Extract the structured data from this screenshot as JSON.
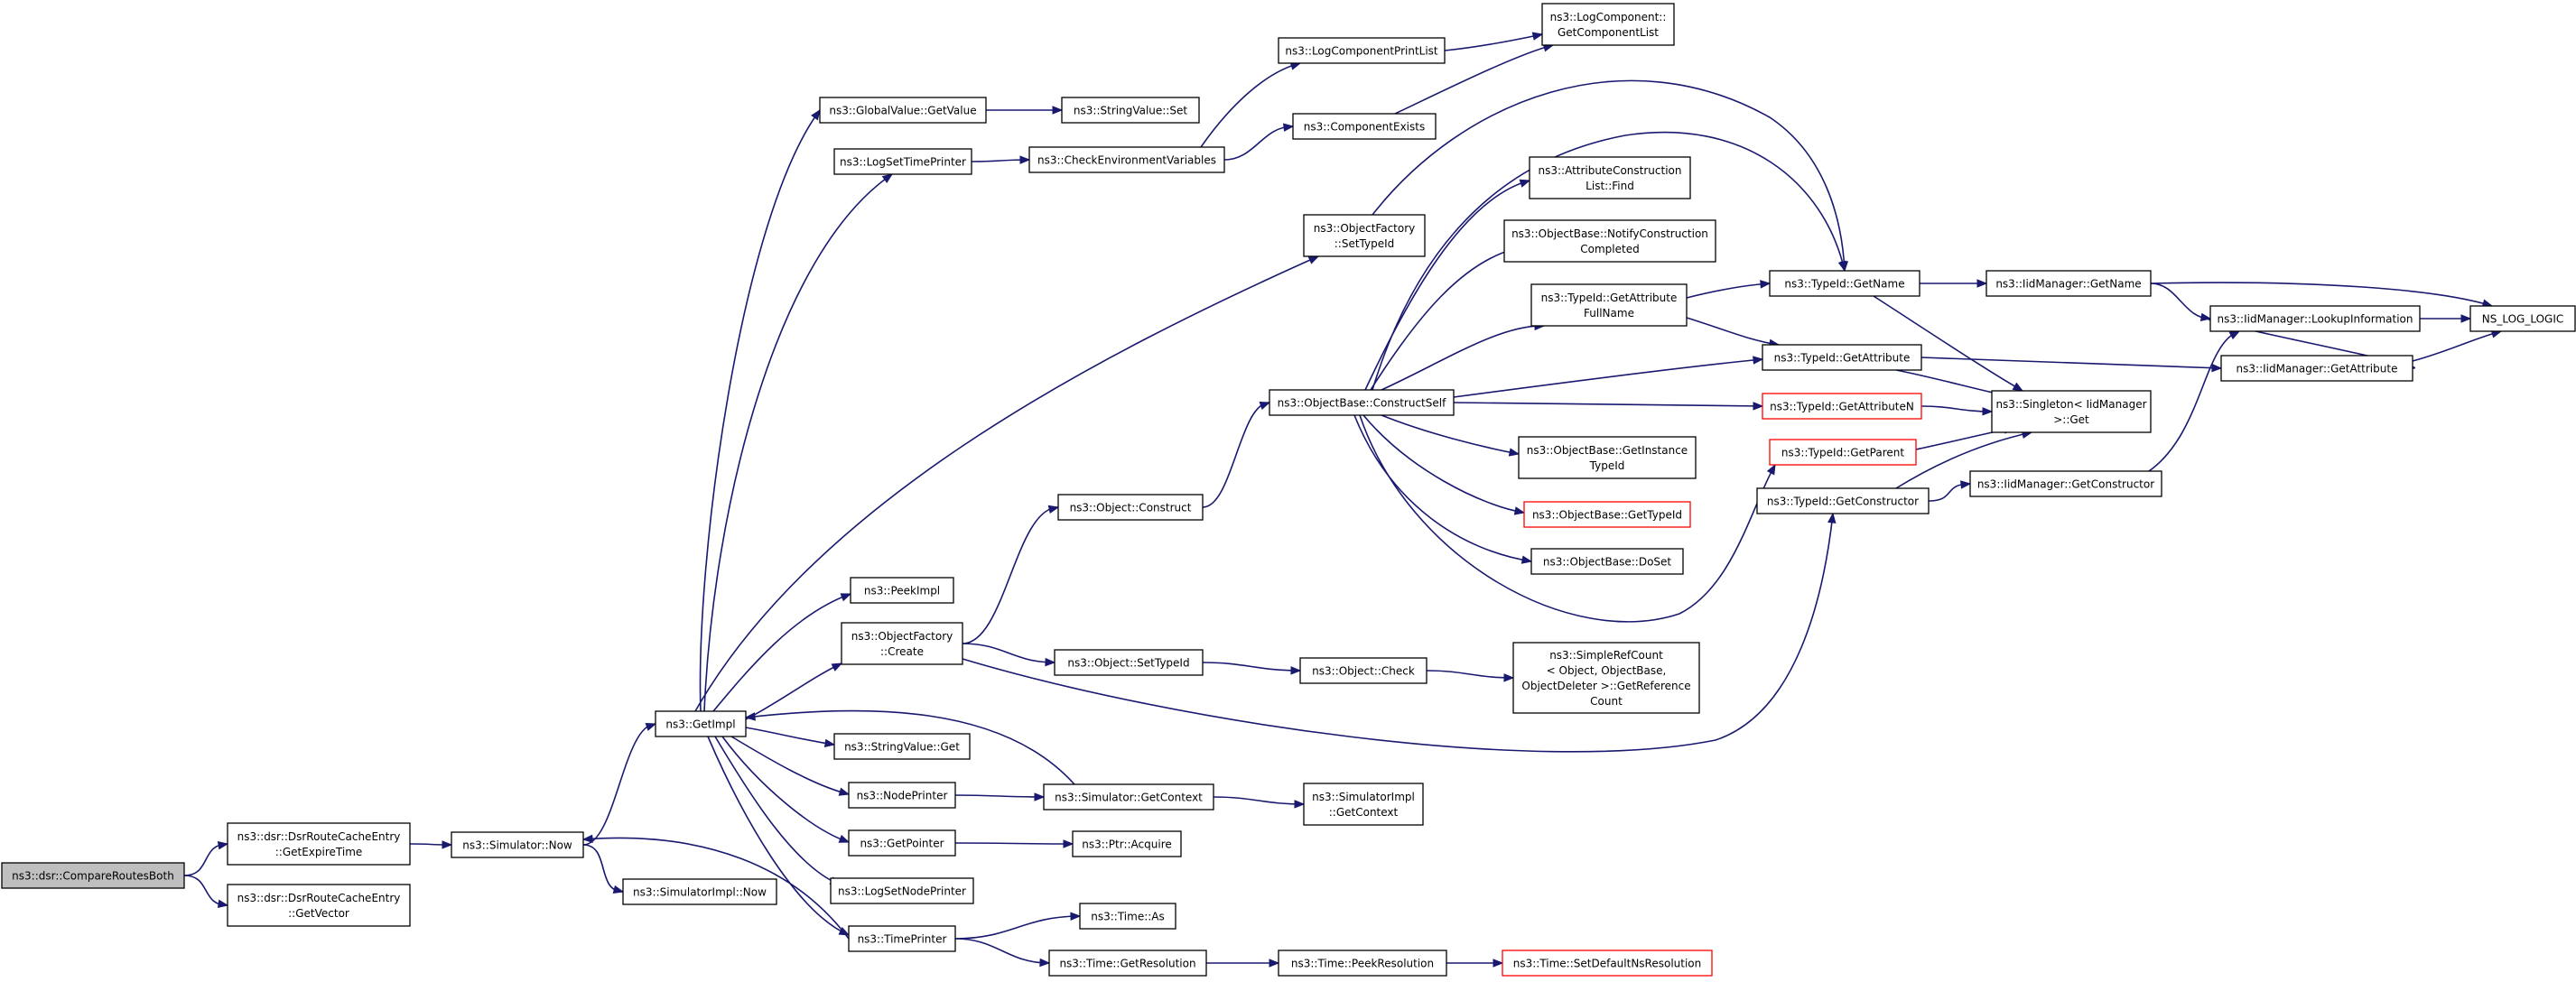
{
  "graph": {
    "type": "call-graph",
    "nodes": [
      {
        "id": "compare",
        "lines": [
          "ns3::dsr::CompareRoutesBoth"
        ],
        "root": true,
        "truncated": false
      },
      {
        "id": "getExpire",
        "lines": [
          "ns3::dsr::DsrRouteCacheEntry",
          "::GetExpireTime"
        ],
        "root": false,
        "truncated": false
      },
      {
        "id": "getVector",
        "lines": [
          "ns3::dsr::DsrRouteCacheEntry",
          "::GetVector"
        ],
        "root": false,
        "truncated": false
      },
      {
        "id": "simNow",
        "lines": [
          "ns3::Simulator::Now"
        ],
        "root": false,
        "truncated": false
      },
      {
        "id": "simImplNow",
        "lines": [
          "ns3::SimulatorImpl::Now"
        ],
        "root": false,
        "truncated": false
      },
      {
        "id": "getImpl",
        "lines": [
          "ns3::GetImpl"
        ],
        "root": false,
        "truncated": false
      },
      {
        "id": "gvGetValue",
        "lines": [
          "ns3::GlobalValue::GetValue"
        ],
        "root": false,
        "truncated": false
      },
      {
        "id": "logSetTP",
        "lines": [
          "ns3::LogSetTimePrinter"
        ],
        "root": false,
        "truncated": false
      },
      {
        "id": "peekImpl",
        "lines": [
          "ns3::PeekImpl"
        ],
        "root": false,
        "truncated": false
      },
      {
        "id": "ofCreate",
        "lines": [
          "ns3::ObjectFactory",
          "::Create"
        ],
        "root": false,
        "truncated": false
      },
      {
        "id": "svGet",
        "lines": [
          "ns3::StringValue::Get"
        ],
        "root": false,
        "truncated": false
      },
      {
        "id": "nodePrinter",
        "lines": [
          "ns3::NodePrinter"
        ],
        "root": false,
        "truncated": false
      },
      {
        "id": "getPointer",
        "lines": [
          "ns3::GetPointer"
        ],
        "root": false,
        "truncated": false
      },
      {
        "id": "logSetNP",
        "lines": [
          "ns3::LogSetNodePrinter"
        ],
        "root": false,
        "truncated": false
      },
      {
        "id": "timePrinter",
        "lines": [
          "ns3::TimePrinter"
        ],
        "root": false,
        "truncated": false
      },
      {
        "id": "svSet",
        "lines": [
          "ns3::StringValue::Set"
        ],
        "root": false,
        "truncated": false
      },
      {
        "id": "checkEnv",
        "lines": [
          "ns3::CheckEnvironmentVariables"
        ],
        "root": false,
        "truncated": false
      },
      {
        "id": "objConstruct",
        "lines": [
          "ns3::Object::Construct"
        ],
        "root": false,
        "truncated": false
      },
      {
        "id": "objSetTypeId",
        "lines": [
          "ns3::Object::SetTypeId"
        ],
        "root": false,
        "truncated": false
      },
      {
        "id": "simGetContext",
        "lines": [
          "ns3::Simulator::GetContext"
        ],
        "root": false,
        "truncated": false
      },
      {
        "id": "ptrAcquire",
        "lines": [
          "ns3::Ptr::Acquire"
        ],
        "root": false,
        "truncated": false
      },
      {
        "id": "timeAs",
        "lines": [
          "ns3::Time::As"
        ],
        "root": false,
        "truncated": false
      },
      {
        "id": "timeGetRes",
        "lines": [
          "ns3::Time::GetResolution"
        ],
        "root": false,
        "truncated": false
      },
      {
        "id": "logCPL",
        "lines": [
          "ns3::LogComponentPrintList"
        ],
        "root": false,
        "truncated": false
      },
      {
        "id": "compExists",
        "lines": [
          "ns3::ComponentExists"
        ],
        "root": false,
        "truncated": false
      },
      {
        "id": "ofSetTypeId",
        "lines": [
          "ns3::ObjectFactory",
          "::SetTypeId"
        ],
        "root": false,
        "truncated": false
      },
      {
        "id": "obConstructSelf",
        "lines": [
          "ns3::ObjectBase::ConstructSelf"
        ],
        "root": false,
        "truncated": false
      },
      {
        "id": "objCheck",
        "lines": [
          "ns3::Object::Check"
        ],
        "root": false,
        "truncated": false
      },
      {
        "id": "simImplGetCtx",
        "lines": [
          "ns3::SimulatorImpl",
          "::GetContext"
        ],
        "root": false,
        "truncated": false
      },
      {
        "id": "timePeekRes",
        "lines": [
          "ns3::Time::PeekResolution"
        ],
        "root": false,
        "truncated": false
      },
      {
        "id": "logCompGetList",
        "lines": [
          "ns3::LogComponent::",
          "GetComponentList"
        ],
        "root": false,
        "truncated": false
      },
      {
        "id": "aclFind",
        "lines": [
          "ns3::AttributeConstruction",
          "List::Find"
        ],
        "root": false,
        "truncated": false
      },
      {
        "id": "obNotify",
        "lines": [
          "ns3::ObjectBase::NotifyConstruction",
          "Completed"
        ],
        "root": false,
        "truncated": false
      },
      {
        "id": "tidGetAttrFull",
        "lines": [
          "ns3::TypeId::GetAttribute",
          "FullName"
        ],
        "root": false,
        "truncated": false
      },
      {
        "id": "obGetInstTid",
        "lines": [
          "ns3::ObjectBase::GetInstance",
          "TypeId"
        ],
        "root": false,
        "truncated": false
      },
      {
        "id": "obGetTypeId",
        "lines": [
          "ns3::ObjectBase::GetTypeId"
        ],
        "root": false,
        "truncated": true
      },
      {
        "id": "obDoSet",
        "lines": [
          "ns3::ObjectBase::DoSet"
        ],
        "root": false,
        "truncated": false
      },
      {
        "id": "srcGetRef",
        "lines": [
          "ns3::SimpleRefCount",
          "< Object, ObjectBase,",
          " ObjectDeleter >::GetReference",
          "Count"
        ],
        "root": false,
        "truncated": false
      },
      {
        "id": "timeSetDefault",
        "lines": [
          "ns3::Time::SetDefaultNsResolution"
        ],
        "root": false,
        "truncated": true
      },
      {
        "id": "tidGetName",
        "lines": [
          "ns3::TypeId::GetName"
        ],
        "root": false,
        "truncated": false
      },
      {
        "id": "tidGetAttr",
        "lines": [
          "ns3::TypeId::GetAttribute"
        ],
        "root": false,
        "truncated": false
      },
      {
        "id": "tidGetAttrN",
        "lines": [
          "ns3::TypeId::GetAttributeN"
        ],
        "root": false,
        "truncated": true
      },
      {
        "id": "tidGetParent",
        "lines": [
          "ns3::TypeId::GetParent"
        ],
        "root": false,
        "truncated": true
      },
      {
        "id": "tidGetCtor",
        "lines": [
          "ns3::TypeId::GetConstructor"
        ],
        "root": false,
        "truncated": false
      },
      {
        "id": "singletonGet",
        "lines": [
          "ns3::Singleton< IidManager",
          " >::Get"
        ],
        "root": false,
        "truncated": false
      },
      {
        "id": "iidGetName",
        "lines": [
          "ns3::IidManager::GetName"
        ],
        "root": false,
        "truncated": false
      },
      {
        "id": "iidGetCtor",
        "lines": [
          "ns3::IidManager::GetConstructor"
        ],
        "root": false,
        "truncated": false
      },
      {
        "id": "iidLookup",
        "lines": [
          "ns3::IidManager::LookupInformation"
        ],
        "root": false,
        "truncated": false
      },
      {
        "id": "iidGetAttr",
        "lines": [
          "ns3::IidManager::GetAttribute"
        ],
        "root": false,
        "truncated": false
      },
      {
        "id": "nsLogLogic",
        "lines": [
          "NS_LOG_LOGIC"
        ],
        "root": false,
        "truncated": false
      }
    ],
    "edges": [
      [
        "compare",
        "getExpire"
      ],
      [
        "compare",
        "getVector"
      ],
      [
        "getExpire",
        "simNow"
      ],
      [
        "simNow",
        "getImpl"
      ],
      [
        "simNow",
        "simImplNow"
      ],
      [
        "getImpl",
        "gvGetValue"
      ],
      [
        "getImpl",
        "logSetTP"
      ],
      [
        "getImpl",
        "peekImpl"
      ],
      [
        "getImpl",
        "ofCreate"
      ],
      [
        "getImpl",
        "svGet"
      ],
      [
        "getImpl",
        "nodePrinter"
      ],
      [
        "getImpl",
        "getPointer"
      ],
      [
        "getImpl",
        "logSetNP"
      ],
      [
        "getImpl",
        "timePrinter"
      ],
      [
        "getImpl",
        "ofSetTypeId"
      ],
      [
        "gvGetValue",
        "svSet"
      ],
      [
        "logSetTP",
        "checkEnv"
      ],
      [
        "checkEnv",
        "logCPL"
      ],
      [
        "checkEnv",
        "compExists"
      ],
      [
        "logCPL",
        "logCompGetList"
      ],
      [
        "compExists",
        "logCompGetList"
      ],
      [
        "ofCreate",
        "objConstruct"
      ],
      [
        "ofCreate",
        "objSetTypeId"
      ],
      [
        "ofCreate",
        "tidGetCtor"
      ],
      [
        "objConstruct",
        "obConstructSelf"
      ],
      [
        "objSetTypeId",
        "objCheck"
      ],
      [
        "objCheck",
        "srcGetRef"
      ],
      [
        "nodePrinter",
        "simGetContext"
      ],
      [
        "simGetContext",
        "simImplGetCtx"
      ],
      [
        "simGetContext",
        "getImpl"
      ],
      [
        "getPointer",
        "ptrAcquire"
      ],
      [
        "timePrinter",
        "timeAs"
      ],
      [
        "timePrinter",
        "timeGetRes"
      ],
      [
        "timePrinter",
        "simNow"
      ],
      [
        "timeGetRes",
        "timePeekRes"
      ],
      [
        "timePeekRes",
        "timeSetDefault"
      ],
      [
        "ofSetTypeId",
        "tidGetName"
      ],
      [
        "obConstructSelf",
        "aclFind"
      ],
      [
        "obConstructSelf",
        "obNotify"
      ],
      [
        "obConstructSelf",
        "tidGetAttrFull"
      ],
      [
        "obConstructSelf",
        "tidGetAttr"
      ],
      [
        "obConstructSelf",
        "tidGetAttrN"
      ],
      [
        "obConstructSelf",
        "obGetInstTid"
      ],
      [
        "obConstructSelf",
        "obGetTypeId"
      ],
      [
        "obConstructSelf",
        "obDoSet"
      ],
      [
        "obConstructSelf",
        "tidGetParent"
      ],
      [
        "obConstructSelf",
        "tidGetName"
      ],
      [
        "tidGetAttrFull",
        "tidGetName"
      ],
      [
        "tidGetAttrFull",
        "tidGetAttr"
      ],
      [
        "tidGetName",
        "iidGetName"
      ],
      [
        "tidGetName",
        "singletonGet"
      ],
      [
        "tidGetAttr",
        "singletonGet"
      ],
      [
        "tidGetAttr",
        "iidGetAttr"
      ],
      [
        "tidGetAttrN",
        "singletonGet"
      ],
      [
        "tidGetParent",
        "singletonGet"
      ],
      [
        "tidGetCtor",
        "singletonGet"
      ],
      [
        "tidGetCtor",
        "iidGetCtor"
      ],
      [
        "iidGetName",
        "iidLookup"
      ],
      [
        "iidGetName",
        "nsLogLogic"
      ],
      [
        "iidLookup",
        "nsLogLogic"
      ],
      [
        "iidGetAttr",
        "iidLookup"
      ],
      [
        "iidGetAttr",
        "nsLogLogic"
      ],
      [
        "iidGetCtor",
        "iidLookup"
      ]
    ]
  }
}
